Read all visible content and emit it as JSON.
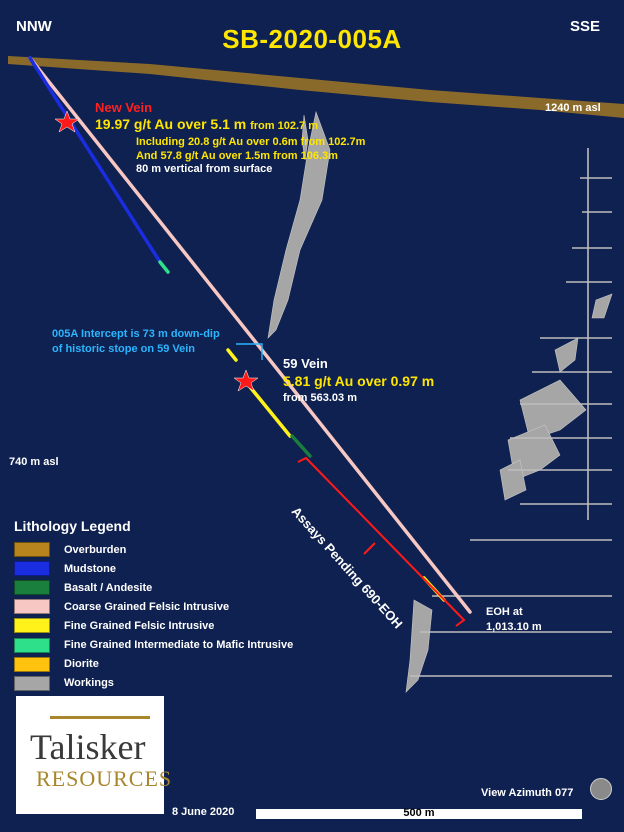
{
  "header": {
    "title": "SB-2020-005A",
    "left_direction": "NNW",
    "right_direction": "SSE"
  },
  "new_vein": {
    "label": "New Vein",
    "main": "19.97 g/t Au over 5.1 m",
    "main_from": "from 102.7 m",
    "including": "Including 20.8 g/t Au over 0.6m from 102.7m",
    "and": "And 57.8 g/t Au over 1.5m from 106.3m",
    "vertical": "80 m  vertical from surface"
  },
  "vein59": {
    "label": "59 Vein",
    "main": "5.81 g/t Au over 0.97 m",
    "from": "from 563.03 m"
  },
  "intercept_note": {
    "line1": "005A Intercept is 73 m down-dip",
    "line2": "of historic stope on 59 Vein"
  },
  "elevation": {
    "top": "1240 m asl",
    "mid": "740 m asl"
  },
  "eoh": {
    "line1": "EOH at",
    "line2": "1,013.10 m"
  },
  "assays_label": "Assays Pending 690-EOH",
  "legend": {
    "title": "Lithology Legend",
    "items": [
      {
        "label": "Overburden",
        "color": "#b8841e"
      },
      {
        "label": "Mudstone",
        "color": "#1a2de0"
      },
      {
        "label": "Basalt / Andesite",
        "color": "#1a7f3c"
      },
      {
        "label": "Coarse Grained Felsic Intrusive",
        "color": "#f6c7c3"
      },
      {
        "label": "Fine Grained Felsic Intrusive",
        "color": "#fff21a"
      },
      {
        "label": "Fine Grained Intermediate to Mafic Intrusive",
        "color": "#2ee08a"
      },
      {
        "label": "Diorite",
        "color": "#ffc20e"
      },
      {
        "label": "Workings",
        "color": "#a6a6a6"
      }
    ]
  },
  "logo": {
    "name_top": "Talisker",
    "name_bottom": "RESOURCES"
  },
  "footer": {
    "date": "8 June 2020",
    "view_azimuth": "View Azimuth 077",
    "scale": "500 m"
  },
  "colors": {
    "background": "#0f2150",
    "title": "#ffe600",
    "overburden": "#8a6a2a",
    "hole_coarse": "#f6c7c3",
    "hole_mudstone": "#1a2de0",
    "workings": "#a6a6a6",
    "star": "#ff1a1a",
    "assay_bracket": "#ff1a1a",
    "note_blue": "#2bb5ff"
  }
}
